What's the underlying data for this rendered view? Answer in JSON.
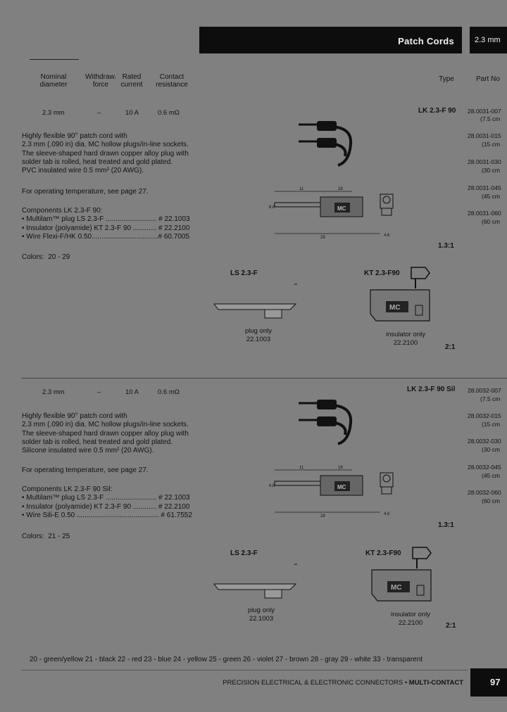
{
  "header": {
    "title": "Patch Cords",
    "size_tab": "2.3 mm"
  },
  "columns": {
    "nominal_diameter": "Nominal\ndiameter",
    "withdraw_force": "Withdraw.\nforce",
    "rated_current": "Rated\ncurrent",
    "contact_resistance": "Contact\nresistance",
    "type": "Type",
    "part_no": "Part No"
  },
  "section1": {
    "specs": {
      "diameter": "2.3 mm",
      "withdraw": "–",
      "current": "10 A",
      "resistance": "0.6 mΩ"
    },
    "type": "LK 2.3-F 90",
    "description": [
      "Highly flexible 90° patch cord with",
      "2.3 mm (.090 in) dia. MC hollow plugs/in-line sockets.",
      "The sleeve-shaped hard drawn copper alloy plug with",
      "solder tab is rolled, heat treated and gold plated.",
      "PVC insulated wire 0.5 mm² (20 AWG)."
    ],
    "temperature": "For operating temperature, see page 27.",
    "components_title": "Components LK 2.3-F 90:",
    "components": [
      "• Multilam™ plug LS 2.3-F .......................... # 22.1003",
      "• Insulator (polyamide) KT 2.3-F 90 ............ # 22.2100",
      "• Wire Flexi-F/HK 0.50..................................# 60.7005"
    ],
    "colors": "Colors:  20 - 29",
    "part_numbers": [
      {
        "no": "28.0031-007",
        "len": "(7.5 cm"
      },
      {
        "no": "28.0031-015",
        "len": "(15 cm"
      },
      {
        "no": "28.0031-030",
        "len": "(30 cm"
      },
      {
        "no": "28.0031-045",
        "len": "(45 cm"
      },
      {
        "no": "28.0031-060",
        "len": "(60 cm"
      }
    ],
    "scale": "1.3:1",
    "plug_label": "LS 2.3-F",
    "plug_caption": "plug only",
    "plug_no": "22.1003",
    "insulator_label": "KT 2.3-F90",
    "insulator_caption": "insulator only",
    "insulator_no": "22.2100",
    "scale2": "2:1",
    "dims": {
      "d1": "11",
      "d2": "18",
      "d3": "29",
      "d4": "6.8",
      "d5": "4.6"
    }
  },
  "section2": {
    "specs": {
      "diameter": "2.3 mm",
      "withdraw": "–",
      "current": "10 A",
      "resistance": "0.6 mΩ"
    },
    "type": "LK 2.3-F 90 Sil",
    "description": [
      "Highly flexible 90° patch cord with",
      "2.3 mm (.090 in) dia. MC hollow plugs/in-line sockets.",
      "The sleeve-shaped hard drawn copper alloy plug with",
      "solder tab is rolled, heat treated and gold plated.",
      "Silicone insulated wire 0.5 mm² (20 AWG)."
    ],
    "temperature": "For operating temperature, see page 27.",
    "components_title": "Components LK 2.3-F 90 Sil:",
    "components": [
      "• Multilam™ plug LS 2.3-F .......................... # 22.1003",
      "• Insulator (polyamide) KT 2.3-F 90 ............ # 22.2100",
      "• Wire Sili-E 0.50 .......................................... # 61.7552"
    ],
    "colors": "Colors:  21 - 25",
    "part_numbers": [
      {
        "no": "28.0032-007",
        "len": "(7.5 cm"
      },
      {
        "no": "28.0032-015",
        "len": "(15 cm"
      },
      {
        "no": "28.0032-030",
        "len": "(30 cm"
      },
      {
        "no": "28.0032-045",
        "len": "(45 cm"
      },
      {
        "no": "28.0032-060",
        "len": "(60 cm"
      }
    ],
    "scale": "1.3:1",
    "plug_label": "LS 2.3-F",
    "plug_caption": "plug only",
    "plug_no": "22.1003",
    "insulator_label": "KT 2.3-F90",
    "insulator_caption": "insulator only",
    "insulator_no": "22.2100",
    "scale2": "2:1",
    "dims": {
      "d1": "11",
      "d2": "18",
      "d3": "29",
      "d4": "6.8",
      "d5": "4.6"
    }
  },
  "mc_logo": "MC",
  "color_key": "20 - green/yellow    21 - black    22 - red    23 - blue    24 - yellow    25 - green    26 - violet    27 - brown    28 - gray    29 - white    33 - transparent",
  "footer": {
    "text": "PRECISION ELECTRICAL & ELECTRONIC CONNECTORS • ",
    "brand": "MULTI-CONTACT",
    "page": "97"
  }
}
